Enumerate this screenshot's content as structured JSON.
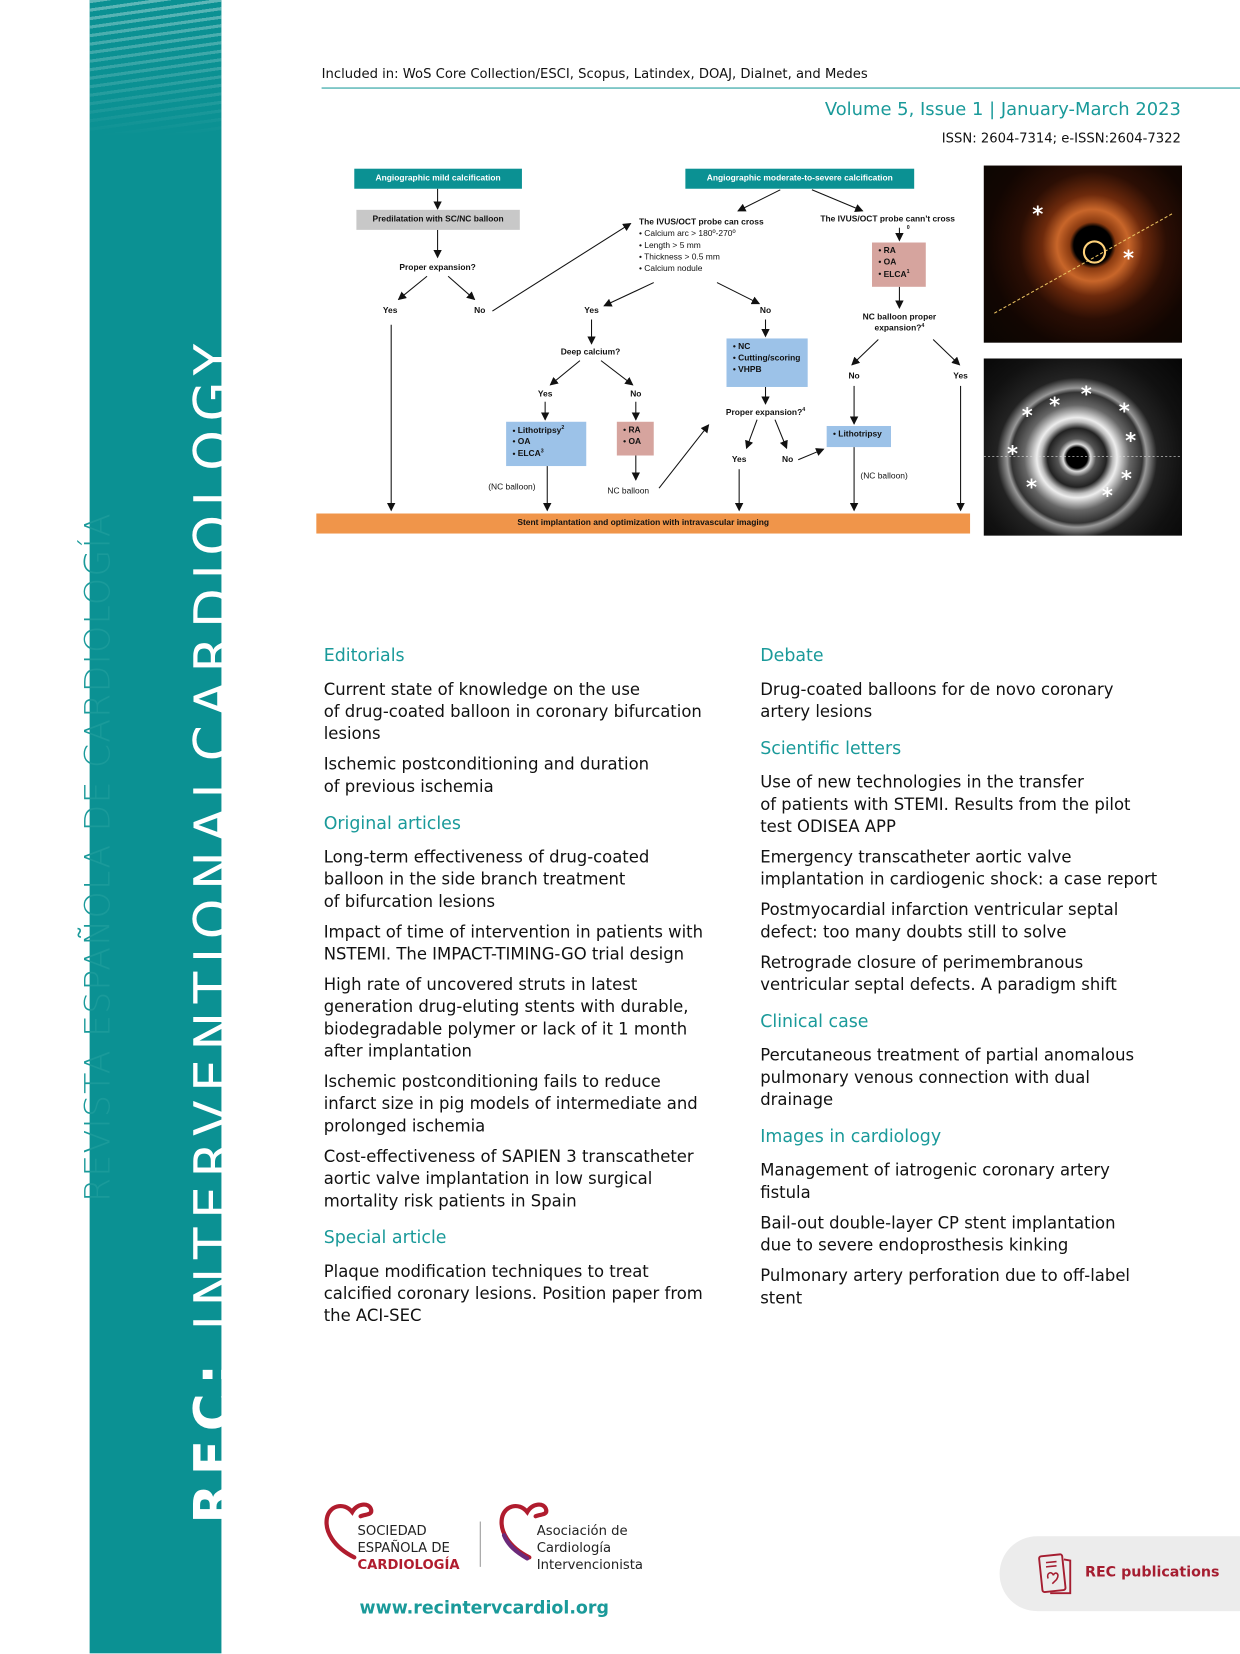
{
  "sidebar": {
    "journal_title_bold": "REC:",
    "journal_title_rest": " INTERVENTIONALCARDIOLOGY",
    "spanish_title": "REVISTA ESPAÑOLA DE CARDIOLOGÍA"
  },
  "header": {
    "included": "Included in: WoS Core Collection/ESCI, Scopus, Latindex, DOAJ, Dialnet, and Medes",
    "volume": "Volume 5, Issue 1 | January-March 2023",
    "issn": "ISSN: 2604-7314; e-ISSN:2604-7322"
  },
  "flowchart": {
    "mild": "Angiographic mild calcification",
    "predilatation": "Predilatation with SC/NC balloon",
    "proper_expansion": "Proper expansion?",
    "yes": "Yes",
    "no": "No",
    "moderate": "Angiographic moderate-to-severe calcification",
    "can_cross": "The IVUS/OCT probe can cross",
    "can_cross_items": [
      "Calcium arc > 180º-270º",
      "Length > 5 mm",
      "Thickness > 0.5 mm",
      "Calcium nodule"
    ],
    "cannot_cross": "The IVUS/OCT probe cann't cross",
    "sup0": "0",
    "ra": "RA",
    "oa": "OA",
    "elca": "ELCA",
    "sup1": "1",
    "sup2": "2",
    "sup3": "3",
    "sup4": "4",
    "nc_proper": "NC balloon proper",
    "expansion_q": "expansion?",
    "deep_calcium": "Deep calcium?",
    "nc": "NC",
    "cutting": "Cutting/scoring",
    "vhpb": "VHPB",
    "proper_expansion_2": "Proper expansion?",
    "lithotripsy": "Lithotripsy",
    "nc_balloon_paren": "(NC balloon)",
    "nc_balloon": "NC balloon",
    "stent": "Stent implantation and optimization with intravascular imaging"
  },
  "contents": {
    "left": [
      {
        "heading": "Editorials",
        "items": [
          "Current state of knowledge on the use\nof drug-coated balloon in coronary bifurcation\nlesions",
          "Ischemic postconditioning and duration\nof previous ischemia"
        ]
      },
      {
        "heading": "Original articles",
        "items": [
          "Long-term effectiveness of drug-coated\nballoon in the side branch treatment\nof bifurcation lesions",
          "Impact of time of intervention in patients with\nNSTEMI. The IMPACT-TIMING-GO trial design",
          "High rate of uncovered struts in latest\ngeneration drug-eluting stents with durable,\nbiodegradable polymer or lack of it 1 month\nafter implantation",
          "Ischemic postconditioning fails to reduce\ninfarct size in pig models of intermediate and\nprolonged ischemia",
          "Cost-effectiveness of SAPIEN 3 transcatheter\naortic valve implantation in low surgical\nmortality risk patients in Spain"
        ]
      },
      {
        "heading": "Special article",
        "items": [
          "Plaque modification techniques to treat\ncalcified coronary lesions. Position paper from\nthe ACI-SEC"
        ]
      }
    ],
    "right": [
      {
        "heading": "Debate",
        "items": [
          "Drug-coated balloons for de novo coronary\nartery lesions"
        ]
      },
      {
        "heading": "Scientific letters",
        "items": [
          "Use of new technologies in the transfer\nof patients with STEMI. Results from the pilot\ntest ODISEA APP",
          "Emergency transcatheter aortic valve\nimplantation in cardiogenic shock: a case report",
          "Postmyocardial infarction ventricular septal\ndefect: too many doubts still to solve",
          "Retrograde closure of perimembranous\nventricular septal defects. A paradigm shift"
        ]
      },
      {
        "heading": "Clinical case",
        "items": [
          "Percutaneous treatment of partial anomalous\npulmonary venous connection with dual\ndrainage"
        ]
      },
      {
        "heading": "Images in cardiology",
        "items": [
          "Management of iatrogenic coronary artery\nfistula",
          "Bail-out double-layer CP stent implantation\ndue to severe endoprosthesis kinking",
          "Pulmonary artery perforation due to off-label\nstent"
        ]
      }
    ]
  },
  "footer": {
    "sec_line1": "SOCIEDAD",
    "sec_line2": "ESPAÑOLA DE",
    "sec_line3": "CARDIOLOGÍA",
    "aci_line1": "Asociación de",
    "aci_line2": "Cardiología",
    "aci_line3": "Intervencionista",
    "url": "www.recintervcardiol.org",
    "rec_publications": "REC publications"
  },
  "colors": {
    "teal": "#0b9193",
    "red": "#a51d30",
    "orange": "#f0954a"
  }
}
